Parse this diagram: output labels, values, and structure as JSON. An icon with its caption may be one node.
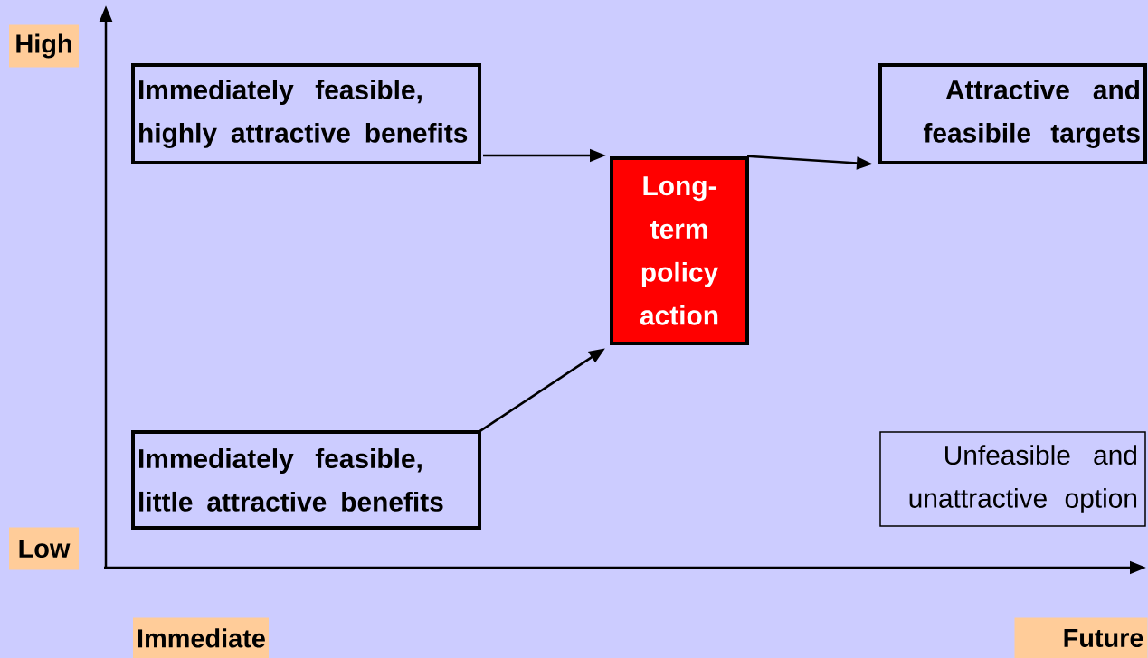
{
  "diagram": {
    "nodes": [
      {
        "text": [
          "Immediately feasible, highly attractive benefits"
        ]
      },
      {
        "text": [
          "Long-term policy action"
        ]
      },
      {
        "text": [
          "Attractive and feasibile targets"
        ]
      },
      {
        "text": [
          "Immediately feasible, little attractive benefits"
        ]
      },
      {
        "text": [
          "Unfeasible and unattractive option"
        ]
      }
    ],
    "edges": [
      {
        "from": 0,
        "to": 1,
        "arrow": "to"
      },
      {
        "from": 3,
        "to": 1,
        "arrow": "to"
      },
      {
        "from": 1,
        "to": 2,
        "arrow": "to"
      }
    ],
    "labels": [
      "High",
      "Low",
      "Immediate",
      "Future"
    ]
  }
}
